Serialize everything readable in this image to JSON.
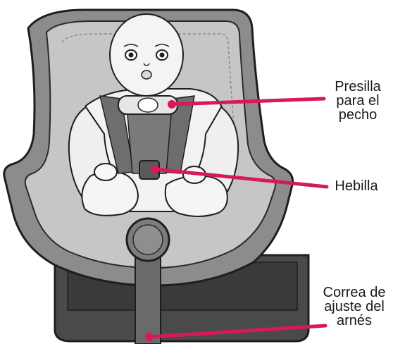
{
  "colors": {
    "pointer": "#d6185d",
    "seat_shell": "#8a8a8a",
    "seat_cushion": "#c4c4c4",
    "harness": "#6c6c6c",
    "base": "#3f3f3f",
    "outline": "#1e1e1e"
  },
  "labels": {
    "chest_clip": [
      "Presilla",
      "para el",
      "pecho"
    ],
    "buckle": [
      "Hebilla"
    ],
    "adjust_strap": [
      "Correa de",
      "ajuste del",
      "arnés"
    ]
  }
}
